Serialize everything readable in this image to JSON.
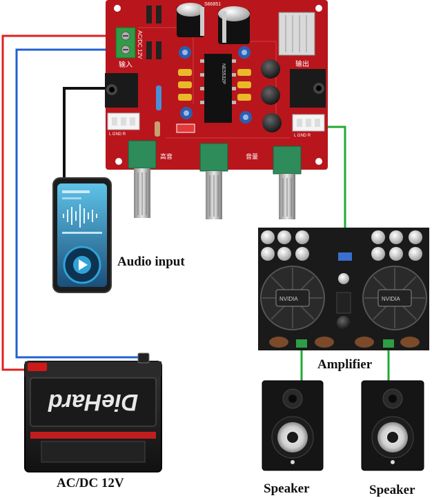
{
  "labels": {
    "audio_input": "Audio input",
    "amplifier": "Amplifier",
    "power": "AC/DC 12V",
    "speaker_left": "Speaker",
    "speaker_right": "Speaker"
  },
  "board_silkscreen": {
    "input_port": "输入",
    "output_port": "输出",
    "power_terminal": "AC/DC 12V",
    "treble": "高音",
    "volume": "音量",
    "jack_left": "L GND R",
    "jack_right": "L GND R",
    "chip_text": "NE5532P",
    "board_id": "S66851"
  },
  "battery_brand": "DieHard",
  "amp_heatsink_brand": "NVIDIA",
  "colors": {
    "power_positive_wire": "#e02020",
    "power_negative_wire": "#2060d0",
    "audio_cable": "#111111",
    "speaker_wire": "#22aa33",
    "board_red": "#b8161c",
    "amp_board": "#1a1a1a"
  },
  "icons": {
    "audio_player": "mp3-player-icon",
    "play": "play-icon"
  }
}
